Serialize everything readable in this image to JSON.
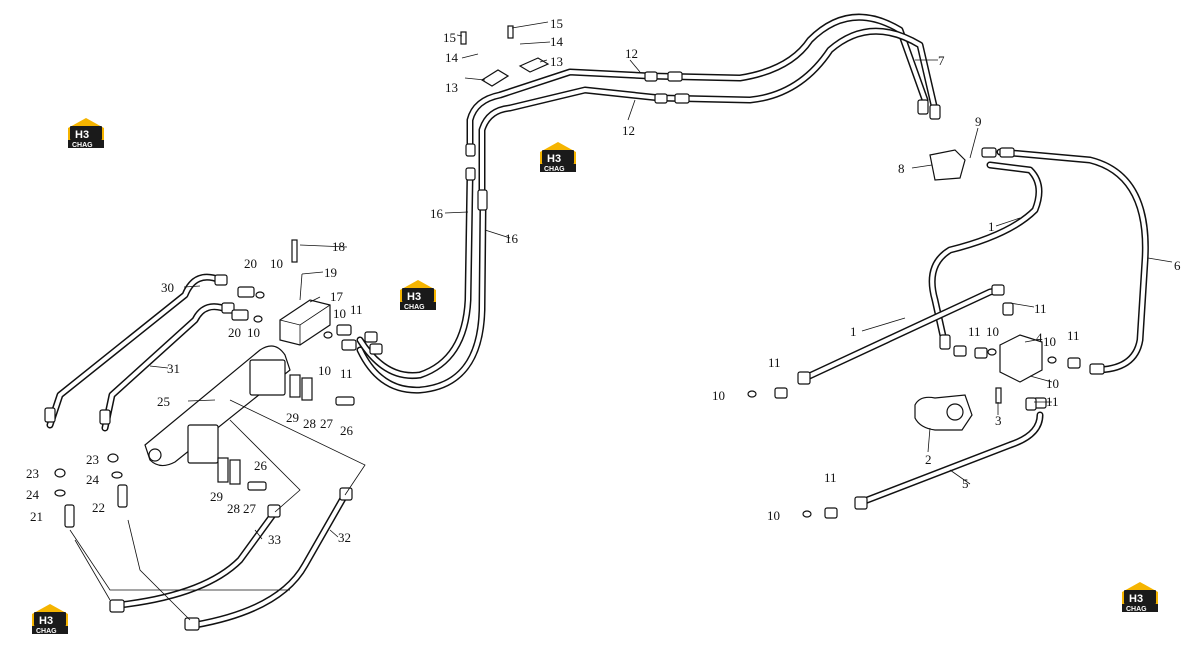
{
  "watermark": {
    "brand_mark": "H3",
    "brand_text": "CHAG",
    "color_yellow": "#f5b400",
    "color_dark": "#1a1a1a"
  },
  "callouts": [
    {
      "id": "c1",
      "text": "1"
    },
    {
      "id": "c2",
      "text": "1"
    },
    {
      "id": "c3",
      "text": "2"
    },
    {
      "id": "c4",
      "text": "3"
    },
    {
      "id": "c5",
      "text": "4"
    },
    {
      "id": "c6",
      "text": "5"
    },
    {
      "id": "c7",
      "text": "6"
    },
    {
      "id": "c8",
      "text": "7"
    },
    {
      "id": "c9",
      "text": "8"
    },
    {
      "id": "c10",
      "text": "9"
    },
    {
      "id": "c11",
      "text": "10"
    },
    {
      "id": "c12",
      "text": "10"
    },
    {
      "id": "c13",
      "text": "10"
    },
    {
      "id": "c14",
      "text": "10"
    },
    {
      "id": "c15",
      "text": "10"
    },
    {
      "id": "c16",
      "text": "10"
    },
    {
      "id": "c17",
      "text": "10"
    },
    {
      "id": "c18",
      "text": "10"
    },
    {
      "id": "c19",
      "text": "10"
    },
    {
      "id": "c20",
      "text": "11"
    },
    {
      "id": "c21",
      "text": "11"
    },
    {
      "id": "c22",
      "text": "11"
    },
    {
      "id": "c23",
      "text": "11"
    },
    {
      "id": "c24",
      "text": "11"
    },
    {
      "id": "c25",
      "text": "11"
    },
    {
      "id": "c26",
      "text": "11"
    },
    {
      "id": "c27",
      "text": "11"
    },
    {
      "id": "c28",
      "text": "12"
    },
    {
      "id": "c29",
      "text": "12"
    },
    {
      "id": "c30",
      "text": "13"
    },
    {
      "id": "c31",
      "text": "13"
    },
    {
      "id": "c32",
      "text": "14"
    },
    {
      "id": "c33",
      "text": "14"
    },
    {
      "id": "c34",
      "text": "15"
    },
    {
      "id": "c35",
      "text": "15"
    },
    {
      "id": "c36",
      "text": "16"
    },
    {
      "id": "c37",
      "text": "16"
    },
    {
      "id": "c38",
      "text": "17"
    },
    {
      "id": "c39",
      "text": "18"
    },
    {
      "id": "c40",
      "text": "19"
    },
    {
      "id": "c41",
      "text": "20"
    },
    {
      "id": "c42",
      "text": "20"
    },
    {
      "id": "c43",
      "text": "21"
    },
    {
      "id": "c44",
      "text": "22"
    },
    {
      "id": "c45",
      "text": "23"
    },
    {
      "id": "c46",
      "text": "23"
    },
    {
      "id": "c47",
      "text": "24"
    },
    {
      "id": "c48",
      "text": "24"
    },
    {
      "id": "c49",
      "text": "25"
    },
    {
      "id": "c50",
      "text": "26"
    },
    {
      "id": "c51",
      "text": "26"
    },
    {
      "id": "c52",
      "text": "27"
    },
    {
      "id": "c53",
      "text": "27"
    },
    {
      "id": "c54",
      "text": "28"
    },
    {
      "id": "c55",
      "text": "28"
    },
    {
      "id": "c56",
      "text": "29"
    },
    {
      "id": "c57",
      "text": "29"
    },
    {
      "id": "c58",
      "text": "30"
    },
    {
      "id": "c59",
      "text": "31"
    },
    {
      "id": "c60",
      "text": "32"
    },
    {
      "id": "c61",
      "text": "33"
    }
  ]
}
